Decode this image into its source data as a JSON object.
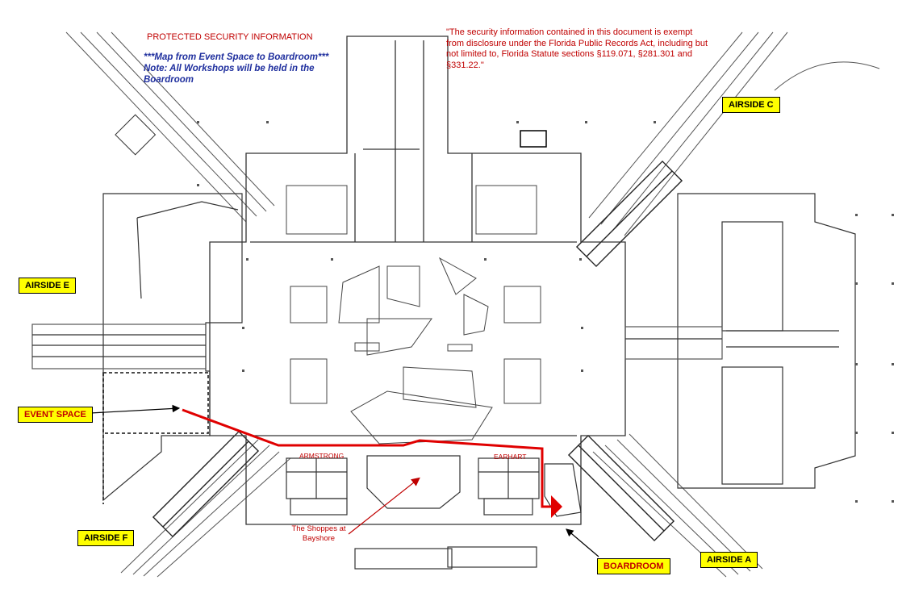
{
  "header": {
    "protected_label": "PROTECTED SECURITY INFORMATION",
    "map_title": "***Map from Event Space to Boardroom***",
    "workshop_note": "Note: All Workshops will be held in the Boardroom",
    "legal_notice": "\"The security information contained in this document is exempt from disclosure under the Florida Public Records Act, including but not limited to, Florida Statute sections §119.071, §281.301 and §331.22.\""
  },
  "airsides": {
    "c": "AIRSIDE C",
    "e": "AIRSIDE E",
    "f": "AIRSIDE F",
    "a": "AIRSIDE A"
  },
  "locations": {
    "event_space": "EVENT SPACE",
    "boardroom": "BOARDROOM",
    "armstrong": "ARMSTRONG",
    "earhart": "EARHART",
    "shoppes": "The Shoppes at Bayshore"
  },
  "colors": {
    "route": "#e00000",
    "label_fill": "#ffff00",
    "note_blue": "#1f2f9e",
    "legal_red": "#c00000",
    "linework": "#444444"
  }
}
